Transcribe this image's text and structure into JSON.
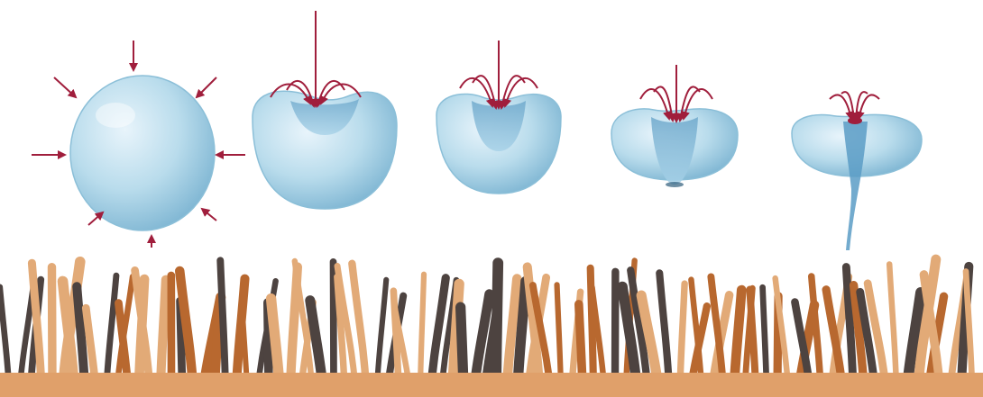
{
  "diagram": {
    "stages": [
      {
        "stage": 1,
        "shape": "sphere",
        "compression": "uniform-radial"
      },
      {
        "stage": 2,
        "shape": "dimpled-sphere",
        "compression": "top-jet"
      },
      {
        "stage": 3,
        "shape": "deep-dimple",
        "compression": "top-jet"
      },
      {
        "stage": 4,
        "shape": "toroid",
        "compression": "top-jet"
      },
      {
        "stage": 5,
        "shape": "toroid-with-microjet",
        "compression": "top-jet"
      }
    ],
    "surface": "porous-fibrous-substrate",
    "colors": {
      "bubble_fill": "#b9dcec",
      "bubble_edge": "#8bbfd8",
      "arrow": "#a01e3c",
      "fiber_light": "#e2aa77",
      "fiber_mid": "#b8682f",
      "fiber_dark": "#4d4340",
      "substrate": "#e0a06a"
    }
  }
}
